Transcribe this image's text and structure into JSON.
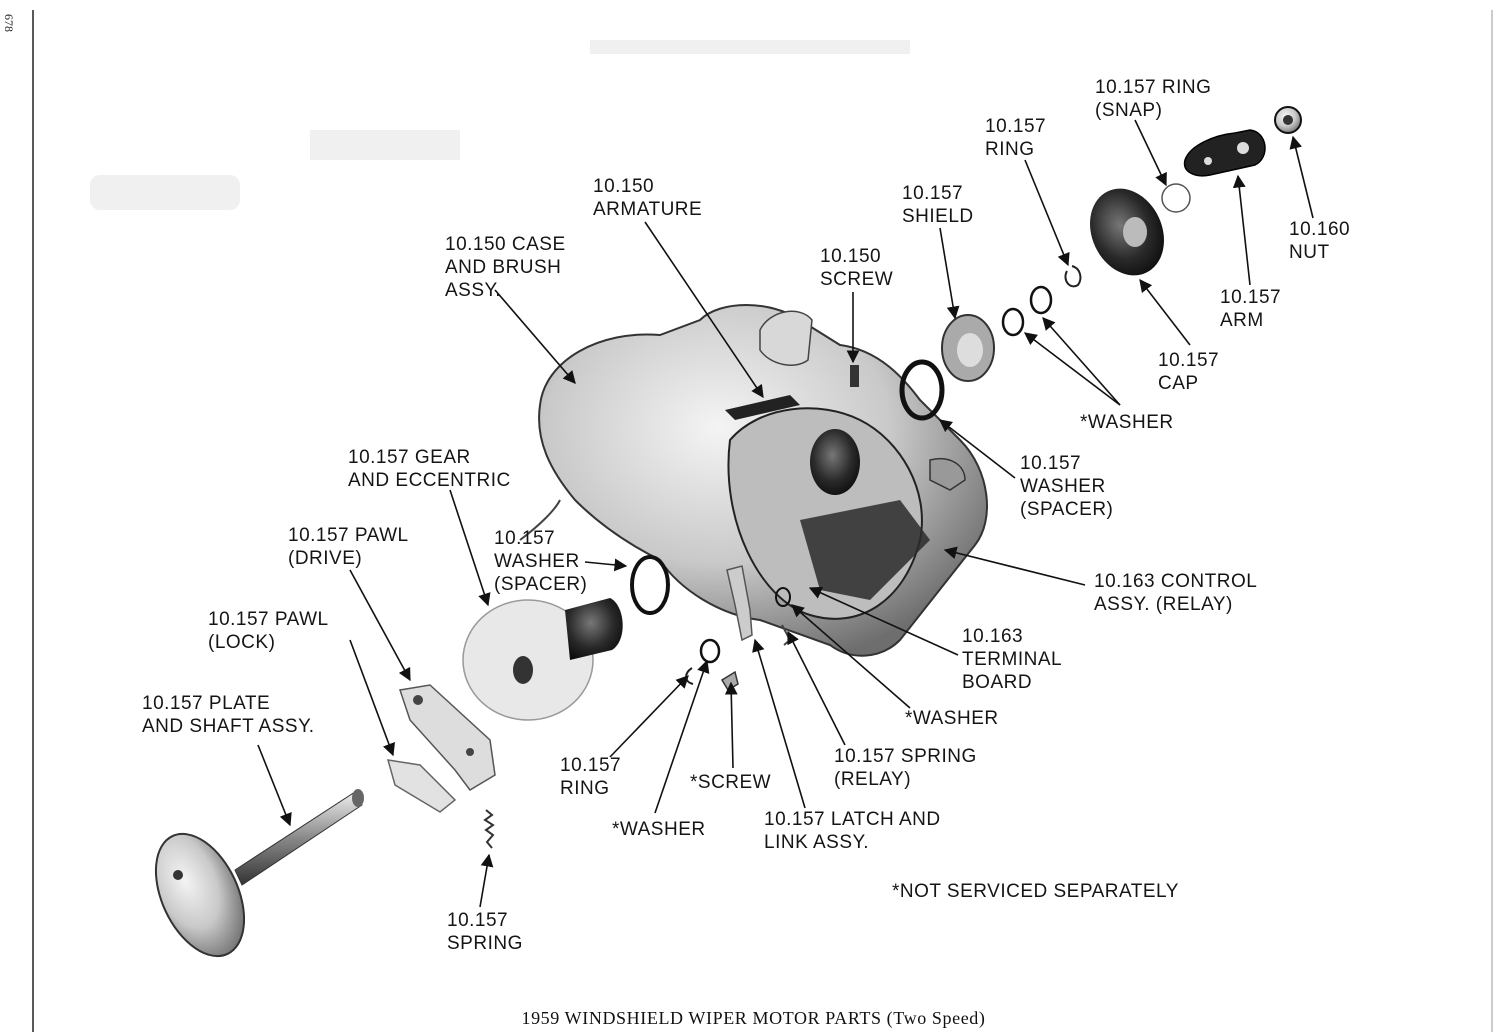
{
  "page_number": "678",
  "caption": "1959 WINDSHIELD WIPER MOTOR PARTS (Two Speed)",
  "footnote": "*NOT SERVICED SEPARATELY",
  "labels": {
    "ring_snap": [
      "10.157 RING",
      "(SNAP)"
    ],
    "ring_top": [
      "10.157",
      "RING"
    ],
    "nut": [
      "10.160",
      "NUT"
    ],
    "armature": [
      "10.150",
      "ARMATURE"
    ],
    "shield": [
      "10.157",
      "SHIELD"
    ],
    "case_brush": [
      "10.150 CASE",
      "AND BRUSH",
      "ASSY."
    ],
    "screw_top": [
      "10.150",
      "SCREW"
    ],
    "arm": [
      "10.157",
      "ARM"
    ],
    "cap": [
      "10.157",
      "CAP"
    ],
    "washer_top": [
      "*WASHER"
    ],
    "gear_eccentric": [
      "10.157 GEAR",
      "AND ECCENTRIC"
    ],
    "washer_spacer_right": [
      "10.157",
      "WASHER",
      "(SPACER)"
    ],
    "pawl_drive": [
      "10.157 PAWL",
      "(DRIVE)"
    ],
    "washer_spacer_left": [
      "10.157",
      "WASHER",
      "(SPACER)"
    ],
    "control_assy": [
      "10.163 CONTROL",
      "ASSY. (RELAY)"
    ],
    "pawl_lock": [
      "10.157 PAWL",
      "(LOCK)"
    ],
    "terminal_board": [
      "10.163",
      "TERMINAL",
      "BOARD"
    ],
    "plate_shaft": [
      "10.157 PLATE",
      "AND SHAFT ASSY."
    ],
    "washer_mid": [
      "*WASHER"
    ],
    "spring_relay": [
      "10.157 SPRING",
      "(RELAY)"
    ],
    "ring_bottom": [
      "10.157",
      "RING"
    ],
    "screw_bottom": [
      "*SCREW"
    ],
    "washer_bottom": [
      "*WASHER"
    ],
    "latch_link": [
      "10.157 LATCH AND",
      "LINK ASSY."
    ],
    "spring_bottom": [
      "10.157",
      "SPRING"
    ]
  }
}
